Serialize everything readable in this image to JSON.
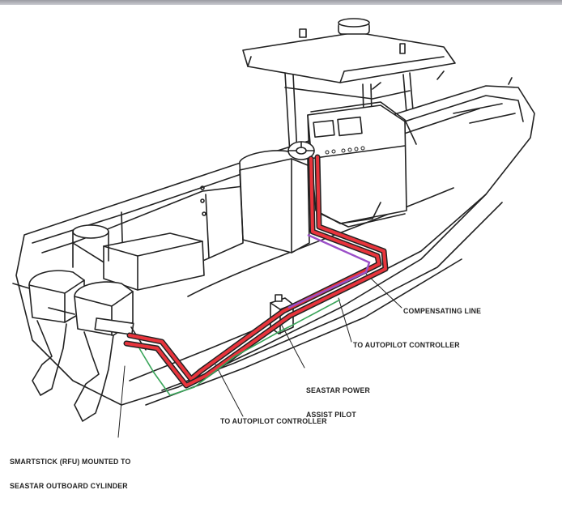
{
  "callouts": {
    "compensating_line": "COMPENSATING LINE",
    "autopilot_controller_1": "TO AUTOPILOT CONTROLLER",
    "power_assist_line1": "SEASTAR POWER",
    "power_assist_line2": "ASSIST PILOT",
    "autopilot_controller_2": "TO AUTOPILOT CONTROLLER",
    "smartstick_line1": "SMARTSTICK (RFU) MOUNTED TO",
    "smartstick_line2": "SEASTAR OUTBOARD CYLINDER"
  },
  "colors": {
    "hydraulic_line": "#e8343c",
    "compensating_line": "#9b4fc8",
    "autopilot_wire": "#3aa55a",
    "outline": "#222222"
  }
}
